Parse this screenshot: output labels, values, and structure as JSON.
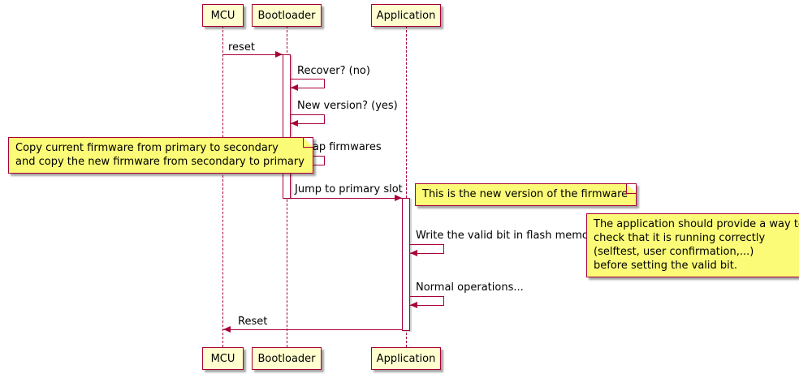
{
  "diagram": {
    "type": "sequence",
    "colors": {
      "border": "#A80036",
      "participant_fill": "#FEFECE",
      "note_fill": "#FBFB77",
      "text": "#000000"
    },
    "participants": [
      {
        "name": "MCU"
      },
      {
        "name": "Bootloader"
      },
      {
        "name": "Application"
      }
    ],
    "messages": [
      {
        "label": "reset",
        "from": "MCU",
        "to": "Bootloader",
        "type": "arrow"
      },
      {
        "label": "Recover? (no)",
        "on": "Bootloader",
        "type": "self"
      },
      {
        "label": "New version? (yes)",
        "on": "Bootloader",
        "type": "self"
      },
      {
        "label": "Swap firmwares",
        "on": "Bootloader",
        "type": "self"
      },
      {
        "label": "Jump to primary slot",
        "from": "Bootloader",
        "to": "Application",
        "type": "arrow"
      },
      {
        "label": "Write the valid bit in flash memory",
        "on": "Application",
        "type": "self"
      },
      {
        "label": "Normal operations...",
        "on": "Application",
        "type": "self"
      },
      {
        "label": "Reset",
        "from": "Application",
        "to": "MCU",
        "type": "arrow"
      }
    ],
    "notes": [
      {
        "text": "Copy current firmware from primary to secondary\nand copy the new firmware from secondary to primary"
      },
      {
        "text": "This is the new version of the firmware"
      },
      {
        "text": "The application should provide a way to\ncheck that it is running correctly\n(selftest, user confirmation,...)\nbefore setting the valid bit."
      }
    ]
  }
}
